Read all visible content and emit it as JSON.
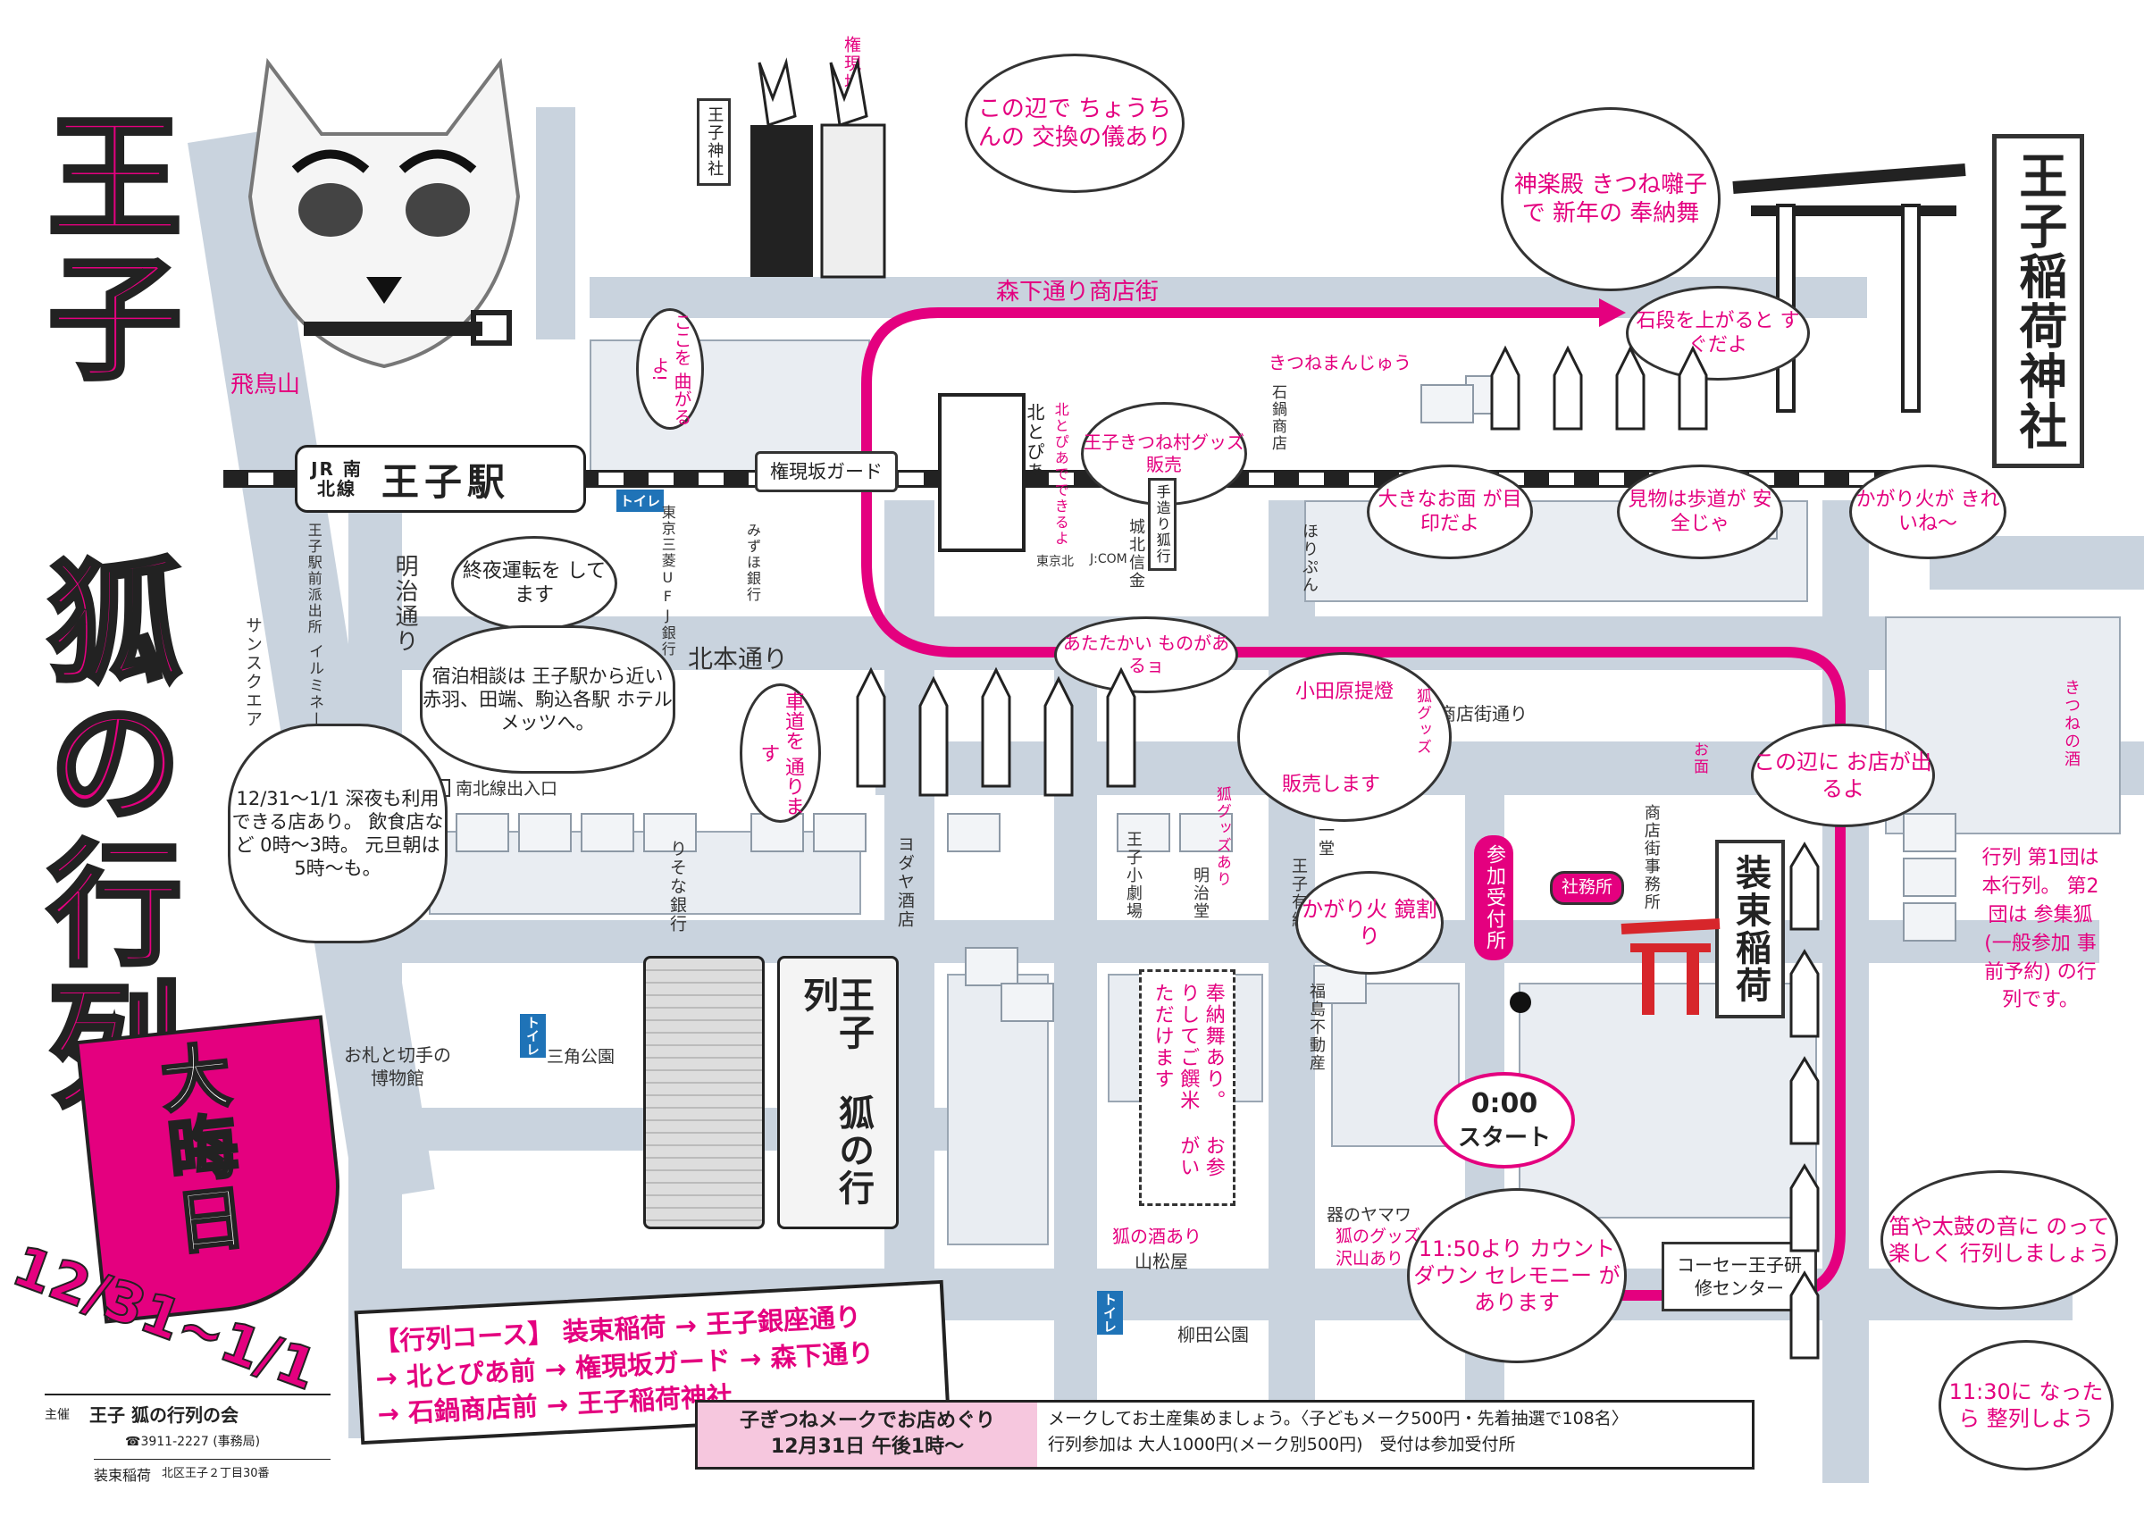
{
  "title": {
    "main": "王子 狐の行列",
    "event_day": "大晦日",
    "dates": "12/31~1/1"
  },
  "station": {
    "line": "JR 南北線",
    "name": "王子駅",
    "toilet": "トイレ"
  },
  "streets": {
    "morishita": "森下通り商店街",
    "gongenzaka_guard": "権現坂ガード",
    "kitahon": "北本通り",
    "meiji": "明治通り",
    "ginza": "王子銀座商店街通り",
    "nanboku_exit": "南北線出入口"
  },
  "places": {
    "asukayama": "飛鳥山",
    "gongenzaka": "権現坂",
    "oji_shrine": "王子神社",
    "oji_inari_shrine": "王子稲荷神社",
    "ishinabe": "石鍋商店",
    "kitatopia": "北とぴあ",
    "koban": "王子駅前派出所",
    "sunsquare": "サンスクエア",
    "illumination": "イルミネーション",
    "mizuho": "みずほ銀行",
    "ufj": "東京三菱UFJ銀行",
    "tokyo_kita": "東京北",
    "jcom": "J:COM",
    "johoku": "城北信金",
    "horipun": "ほりぷん",
    "resona": "りそな銀行",
    "yodaya": "ヨダヤ酒店",
    "oji_theater": "王子小劇場",
    "meijido": "明治堂",
    "marumaru": "丸一堂",
    "oji_yusen": "王子有線",
    "fukushima": "福島不動産",
    "shoten_office": "商店街事務所",
    "shamusho": "社務所",
    "shozoku_inari": "装束稲荷",
    "sankaku_park": "三角公園",
    "ofuda_museum": "お札と切手の博物館",
    "yamamatsuya": "山松屋",
    "yanagita_park": "柳田公園",
    "yamawa": "器のヤマワ",
    "kosei_center": "コーセー王子研修センター",
    "toilet": "トイレ"
  },
  "lantern_label": "王子 狐の行列",
  "bubbles": {
    "chochin": "この辺で ちょうちんの 交換の儀あり",
    "kagura": "神楽殿 きつね囃子で 新年の 奉納舞",
    "ishidan": "石段を上がると すぐだよ",
    "magaru": "ここを 曲がるよ!",
    "kitsune_manju": "きつねまんじゅう",
    "goods": "王子きつね村グッズ販売",
    "goods_place": "北とぴあでできるよ",
    "tezukuri": "手造り狐行",
    "omen": "大きなお面 が目印だよ",
    "hodou": "見物は歩道が 安全じゃ",
    "kagaribi": "かがり火が きれいね〜",
    "shuya": "終夜運転を してます",
    "atatakai": "あたたかい ものがあるョ",
    "odawara": "小田原提燈",
    "hanbai": "販売します",
    "kitsune_goods": "狐グッズ",
    "kitsune_goods2": "狐グッズあり",
    "shadou": "車道を 通ります",
    "omise": "この辺に お店が出るよ",
    "omen_small": "お面",
    "kitsune_sake": "きつねの酒",
    "kagami": "かがり火 鏡割り",
    "hono": "奉納舞あり。 お参りしてご饌米 がいただけます",
    "countdown": "11:50より カウントダウン セレモニー があります",
    "fue": "笛や太鼓の音に のって楽しく 行列しましょう",
    "seiretsu": "11:30に なったら 整列しよう",
    "kitsune_sake_ari": "狐の酒あり",
    "kitsune_goods3": "狐のグッズ沢山あり"
  },
  "info_boxes": {
    "shukuhaku": "宿泊相談は 王子駅から近い 赤羽、田端、駒込各駅 ホテルメッツへ。",
    "shinya": "12/31〜1/1 深夜も利用 できる店あり。 飲食店など 0時〜3時。 元旦朝は5時〜も。",
    "gyoretsu": "行列 第1団は 本行列。 第2団は 参集狐 (一般参加 事前予約) の行列です。"
  },
  "reception": "参加受付所",
  "start": {
    "time": "0:00",
    "label": "スタート"
  },
  "course": {
    "line1": "【行列コース】 装束稲荷 → 王子銀座通り",
    "line2": "→ 北とぴあ前 → 権現坂ガード → 森下通り",
    "line3": "→ 石鍋商店前 → 王子稲荷神社"
  },
  "kids": {
    "title": "子ぎつねメークでお店めぐり",
    "date": "12月31日 午後1時〜",
    "line1": "メークしてお土産集めましょう。〈子どもメーク500円・先着抽選で108名〉",
    "line2": "行列参加は 大人1000円(メーク別500円)　受付は参加受付所"
  },
  "organizer": {
    "label": "主催",
    "name": "王子 狐の行列の会",
    "phone": "☎3911-2227 (事務局)",
    "venue": "装束稲荷",
    "address": "北区王子２丁目30番"
  },
  "colors": {
    "accent": "#e4007f",
    "road": "#c9d3de",
    "ink": "#222222",
    "torii": "#d7262b",
    "toilet": "#1f73b7"
  }
}
